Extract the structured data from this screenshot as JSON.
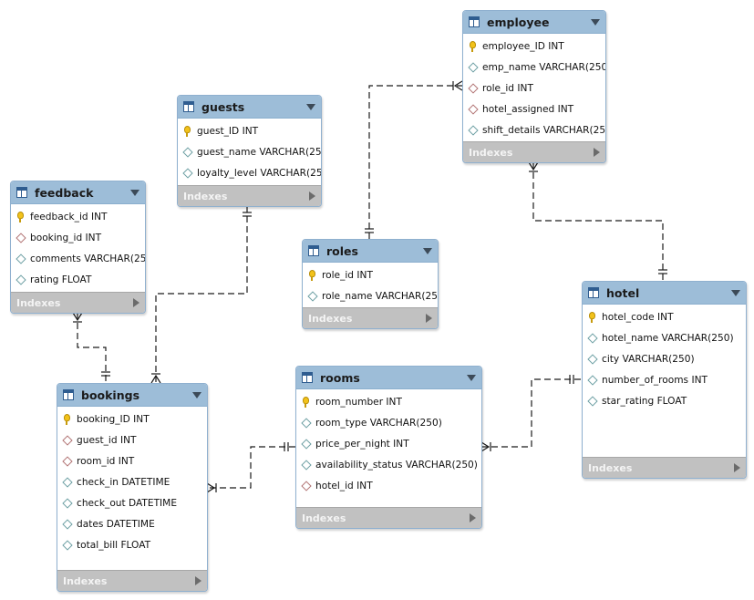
{
  "tables": {
    "employee": {
      "name": "employee",
      "indexes": "Indexes",
      "columns": [
        {
          "text": "employee_ID INT",
          "kind": "pk"
        },
        {
          "text": "emp_name VARCHAR(250)",
          "kind": "col"
        },
        {
          "text": "role_id INT",
          "kind": "fk"
        },
        {
          "text": "hotel_assigned INT",
          "kind": "fk"
        },
        {
          "text": "shift_details VARCHAR(25...",
          "kind": "col"
        }
      ]
    },
    "guests": {
      "name": "guests",
      "indexes": "Indexes",
      "columns": [
        {
          "text": "guest_ID INT",
          "kind": "pk"
        },
        {
          "text": "guest_name VARCHAR(25...",
          "kind": "col"
        },
        {
          "text": "loyalty_level VARCHAR(25...",
          "kind": "col"
        }
      ]
    },
    "feedback": {
      "name": "feedback",
      "indexes": "Indexes",
      "columns": [
        {
          "text": "feedback_id INT",
          "kind": "pk"
        },
        {
          "text": "booking_id INT",
          "kind": "fk"
        },
        {
          "text": "comments VARCHAR(25...",
          "kind": "col"
        },
        {
          "text": "rating FLOAT",
          "kind": "col"
        }
      ]
    },
    "roles": {
      "name": "roles",
      "indexes": "Indexes",
      "columns": [
        {
          "text": "role_id INT",
          "kind": "pk"
        },
        {
          "text": "role_name VARCHAR(25...",
          "kind": "col"
        }
      ]
    },
    "hotel": {
      "name": "hotel",
      "indexes": "Indexes",
      "columns": [
        {
          "text": "hotel_code INT",
          "kind": "pk"
        },
        {
          "text": "hotel_name VARCHAR(250)",
          "kind": "col"
        },
        {
          "text": "city VARCHAR(250)",
          "kind": "col"
        },
        {
          "text": "number_of_rooms INT",
          "kind": "col"
        },
        {
          "text": "star_rating FLOAT",
          "kind": "col"
        }
      ]
    },
    "rooms": {
      "name": "rooms",
      "indexes": "Indexes",
      "columns": [
        {
          "text": "room_number INT",
          "kind": "pk"
        },
        {
          "text": "room_type VARCHAR(250)",
          "kind": "col"
        },
        {
          "text": "price_per_night INT",
          "kind": "col"
        },
        {
          "text": "availability_status VARCHAR(250)",
          "kind": "col"
        },
        {
          "text": "hotel_id INT",
          "kind": "fk"
        }
      ]
    },
    "bookings": {
      "name": "bookings",
      "indexes": "Indexes",
      "columns": [
        {
          "text": "booking_ID INT",
          "kind": "pk"
        },
        {
          "text": "guest_id INT",
          "kind": "fk"
        },
        {
          "text": "room_id INT",
          "kind": "fk"
        },
        {
          "text": "check_in DATETIME",
          "kind": "col"
        },
        {
          "text": "check_out DATETIME",
          "kind": "col"
        },
        {
          "text": "dates DATETIME",
          "kind": "col"
        },
        {
          "text": "total_bill FLOAT",
          "kind": "col"
        }
      ]
    }
  },
  "colors": {
    "header": "#9dbdd8",
    "border": "#8fb0cf",
    "indexes_bar": "#c1c1c1",
    "relation_line": "#1a1a1a"
  }
}
